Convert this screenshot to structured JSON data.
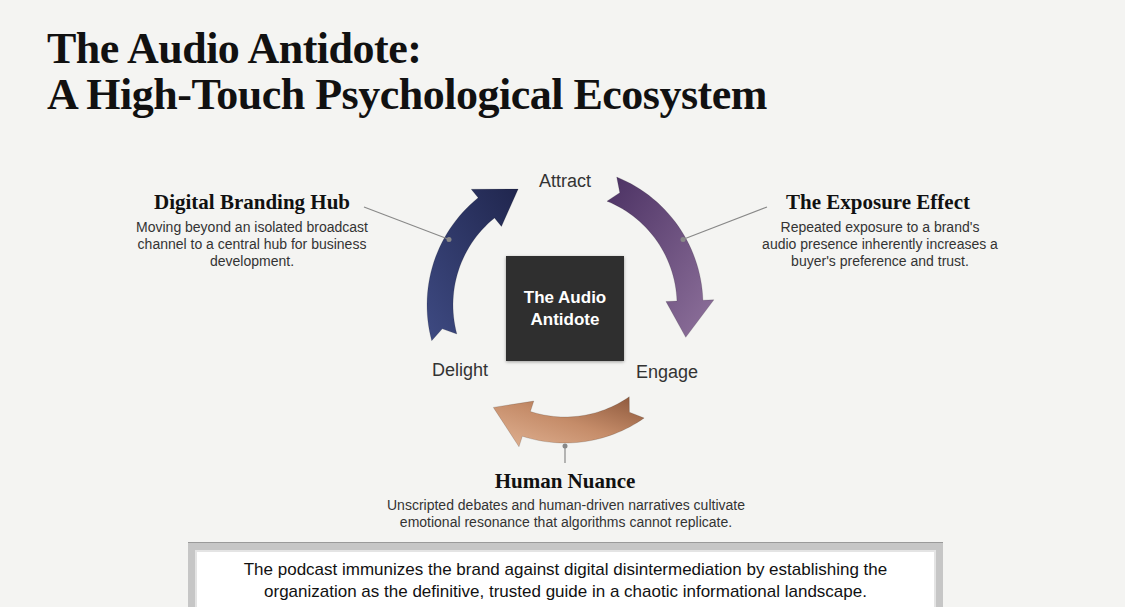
{
  "diagram": {
    "title": "The Audio Antidote: A High-Touch Psychological Ecosystem",
    "nodes": [
      {
        "text": [
          "The Audio Antidote"
        ]
      },
      {
        "text": [
          "The podcast immunizes the brand against digital disintermediation by establishing the organization as the definitive, trusted guide in a chaotic informational landscape."
        ]
      }
    ],
    "labels": [
      "Digital Branding Hub",
      "Moving beyond an isolated broadcast channel to a central hub for business development.",
      "Attract",
      "The Exposure Effect",
      "Repeated exposure to a brand's audio presence inherently increases a buyer's preference and trust.",
      "Engage",
      "Delight",
      "Human Nuance",
      "Unscripted debates and human-driven narratives cultivate emotional resonance that algorithms cannot replicate."
    ]
  }
}
